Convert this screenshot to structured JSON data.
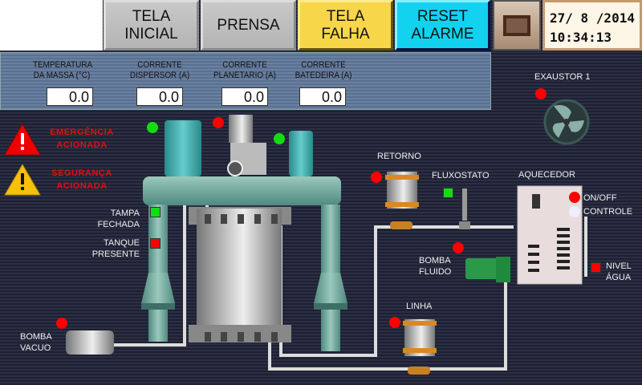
{
  "nav": {
    "tela_inicial": "TELA\nINICIAL",
    "prensa": "PRENSA",
    "tela_falha": "TELA\nFALHA",
    "reset_alarme": "RESET\nALARME"
  },
  "datetime": {
    "date": "27/ 8 /2014",
    "time": "10:34:13"
  },
  "readouts": [
    {
      "label": "TEMPERATURA\nDA MASSA (°C)",
      "value": "0.0"
    },
    {
      "label": "CORRENTE\nDISPERSOR (A)",
      "value": "0.0"
    },
    {
      "label": "CORRENTE\nPLANETARIO (A)",
      "value": "0.0"
    },
    {
      "label": "CORRENTE\nBATEDEIRA (A)",
      "value": "0.0"
    }
  ],
  "alarms": {
    "emergencia": "EMERGÊNCIA\nACIONADA",
    "seguranca": "SEGURANÇA\nACIONADA"
  },
  "labels": {
    "exaustor": "EXAUSTOR 1",
    "tampa": "TAMPA\nFECHADA",
    "tanque": "TANQUE\nPRESENTE",
    "bomba_vacuo": "BOMBA\nVACUO",
    "retorno": "RETORNO",
    "fluxostato": "FLUXOSTATO",
    "aquecedor": "AQUECEDOR",
    "onoff": "ON/OFF",
    "controle": "CONTROLE",
    "bomba_fluido": "BOMBA\nFLUIDO",
    "linha": "LINHA",
    "nivel": "NIVEL\nÁGUA"
  },
  "colors": {
    "on": "#22dd22",
    "off": "#ff0000",
    "panel": "#5a7090",
    "background": "#24273a"
  }
}
